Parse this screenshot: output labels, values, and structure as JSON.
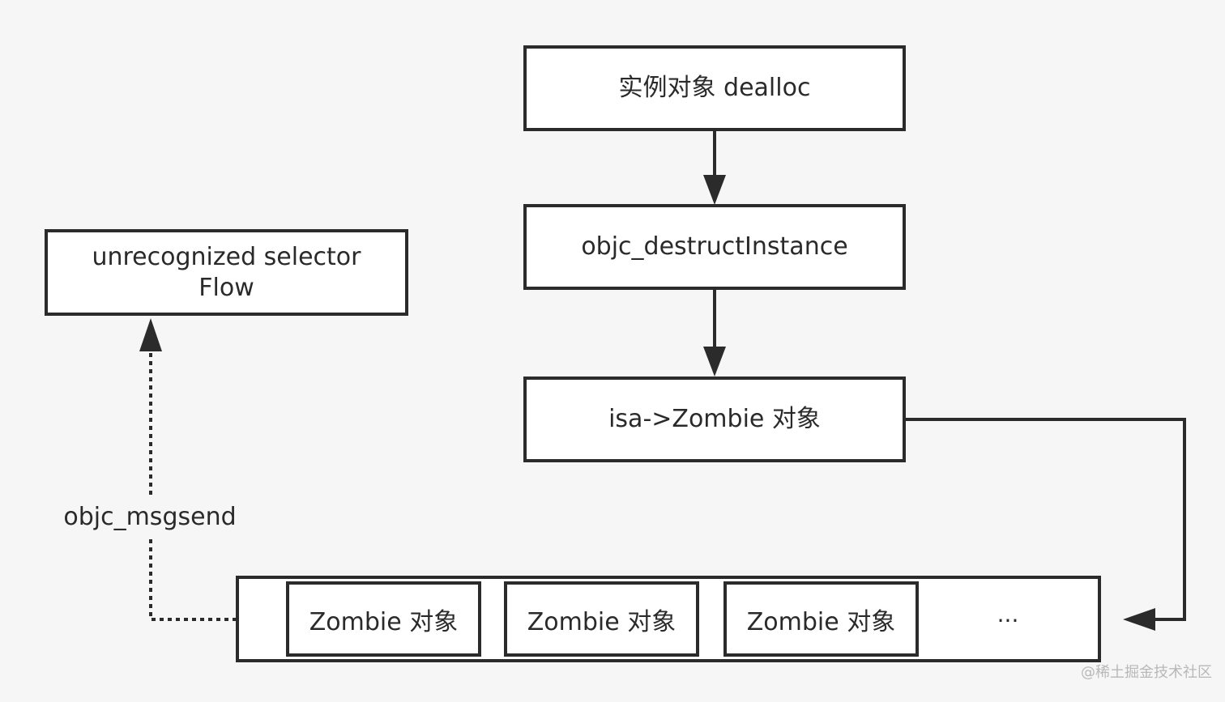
{
  "diagram": {
    "nodes": {
      "dealloc": "实例对象 dealloc",
      "destruct": "objc_destructInstance",
      "isa": "isa->Zombie 对象",
      "unrecognized": [
        "unrecognized selector",
        "Flow"
      ]
    },
    "zombie_list": {
      "items": [
        "Zombie 对象",
        "Zombie 对象",
        "Zombie 对象"
      ],
      "ellipsis": "..."
    },
    "edges": [
      {
        "from": "dealloc",
        "to": "destruct",
        "style": "solid"
      },
      {
        "from": "destruct",
        "to": "isa",
        "style": "solid"
      },
      {
        "from": "isa",
        "to": "zombie_list",
        "style": "solid"
      },
      {
        "from": "zombie_list",
        "to": "unrecognized",
        "style": "dotted",
        "label": "objc_msgsend"
      }
    ],
    "edge_label": "objc_msgsend"
  },
  "watermark": "@稀土掘金技术社区",
  "colors": {
    "background": "#f6f6f6",
    "stroke": "#2b2b2b",
    "box_fill": "#ffffff",
    "watermark": "#b8b8b8"
  }
}
